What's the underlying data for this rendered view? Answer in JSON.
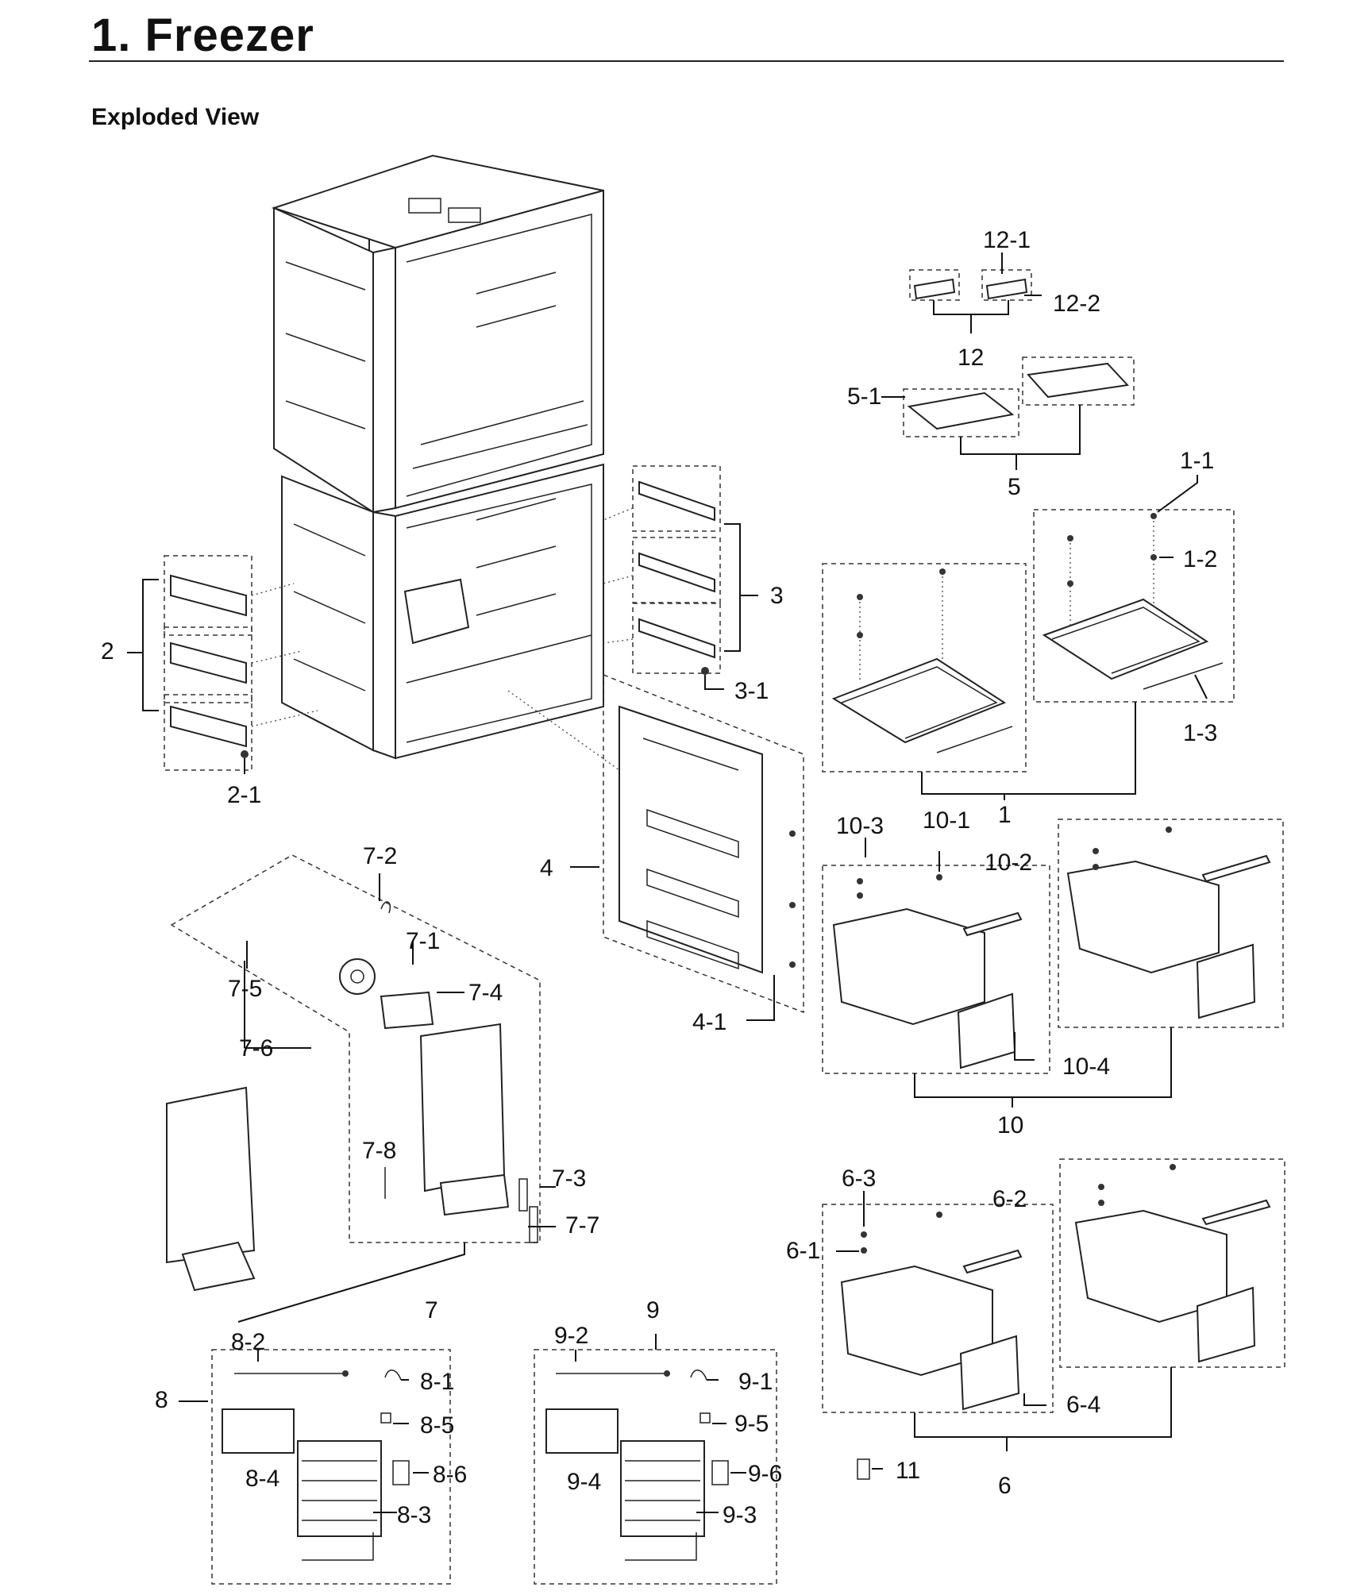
{
  "title": "1.  Freezer",
  "subtitle": "Exploded View",
  "callouts": {
    "p1": "1",
    "p1_1": "1-1",
    "p1_2": "1-2",
    "p1_3": "1-3",
    "p2": "2",
    "p2_1": "2-1",
    "p3": "3",
    "p3_1": "3-1",
    "p4": "4",
    "p4_1": "4-1",
    "p5": "5",
    "p5_1": "5-1",
    "p6": "6",
    "p6_1": "6-1",
    "p6_2": "6-2",
    "p6_3": "6-3",
    "p6_4": "6-4",
    "p7": "7",
    "p7_1": "7-1",
    "p7_2": "7-2",
    "p7_3": "7-3",
    "p7_4": "7-4",
    "p7_5": "7-5",
    "p7_6": "7-6",
    "p7_7": "7-7",
    "p7_8": "7-8",
    "p8": "8",
    "p8_1": "8-1",
    "p8_2": "8-2",
    "p8_3": "8-3",
    "p8_4": "8-4",
    "p8_5": "8-5",
    "p8_6": "8-6",
    "p9": "9",
    "p9_1": "9-1",
    "p9_2": "9-2",
    "p9_3": "9-3",
    "p9_4": "9-4",
    "p9_5": "9-5",
    "p9_6": "9-6",
    "p10": "10",
    "p10_1": "10-1",
    "p10_2": "10-2",
    "p10_3": "10-3",
    "p10_4": "10-4",
    "p11": "11",
    "p12": "12",
    "p12_1": "12-1",
    "p12_2": "12-2"
  }
}
